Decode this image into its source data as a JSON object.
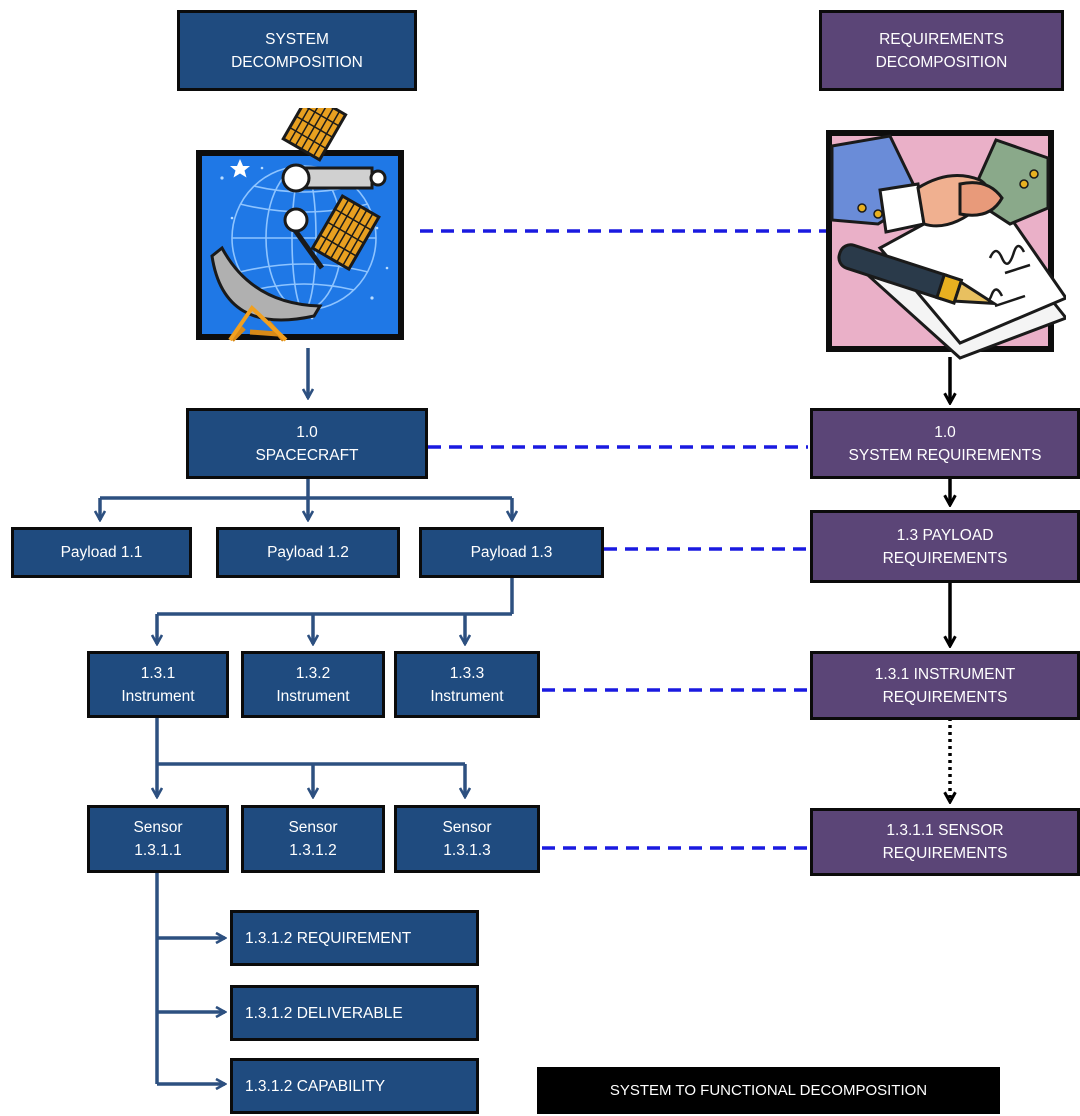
{
  "headers": {
    "system": [
      "SYSTEM",
      "DECOMPOSITION"
    ],
    "requirements": [
      "REQUIREMENTS",
      "DECOMPOSITION"
    ]
  },
  "system": {
    "spacecraft": [
      "1.0",
      "SPACECRAFT"
    ],
    "payloads": [
      "Payload 1.1",
      "Payload 1.2",
      "Payload 1.3"
    ],
    "instruments": [
      [
        "1.3.1",
        "Instrument"
      ],
      [
        "1.3.2",
        "Instrument"
      ],
      [
        "1.3.3",
        "Instrument"
      ]
    ],
    "sensors": [
      [
        "Sensor",
        "1.3.1.1"
      ],
      [
        "Sensor",
        "1.3.1.2"
      ],
      [
        "Sensor",
        "1.3.1.3"
      ]
    ],
    "leaves": [
      "1.3.1.2  REQUIREMENT",
      "1.3.1.2  DELIVERABLE",
      "1.3.1.2  CAPABILITY"
    ]
  },
  "requirements": {
    "system": [
      "1.0",
      "SYSTEM REQUIREMENTS"
    ],
    "payload": [
      "1.3  PAYLOAD",
      "REQUIREMENTS"
    ],
    "instrument": [
      "1.3.1  INSTRUMENT",
      "REQUIREMENTS"
    ],
    "sensor": [
      "1.3.1.1 SENSOR",
      "REQUIREMENTS"
    ]
  },
  "caption": "SYSTEM TO FUNCTIONAL DECOMPOSITION",
  "colors": {
    "system_box": "#1f4b7f",
    "requirements_box": "#5b4577",
    "connector_blue": "#2d5080",
    "dashed_link": "#1a1ae0"
  }
}
